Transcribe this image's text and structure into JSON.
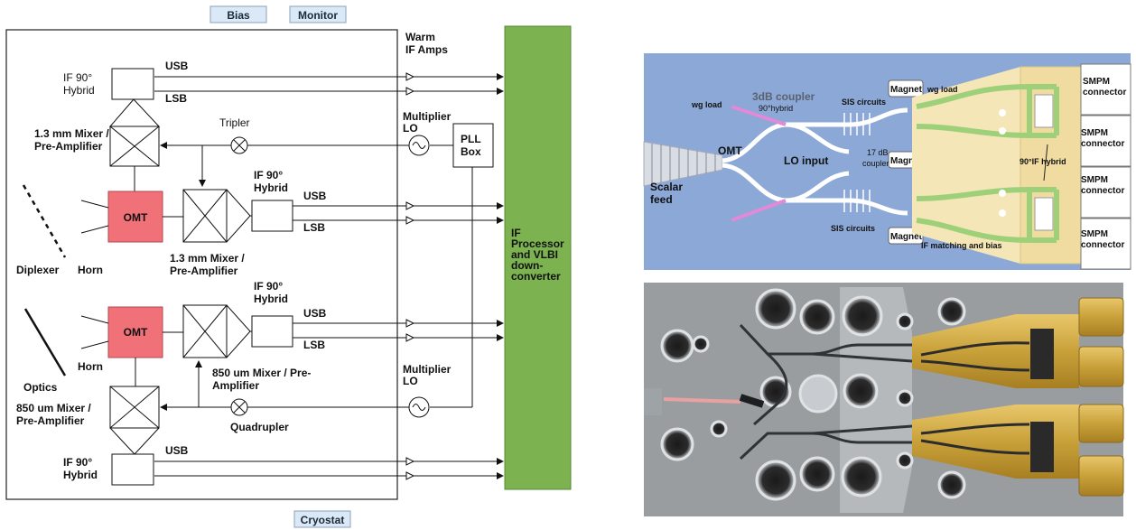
{
  "block_diagram": {
    "bias": "Bias",
    "monitor": "Monitor",
    "cryostat": "Cryostat",
    "warm_if_amps": [
      "Warm",
      "IF Amps"
    ],
    "if_processor": [
      "IF",
      "Processor",
      "and VLBI",
      "down-",
      "converter"
    ],
    "if_hybrid_top": [
      "IF 90°",
      "Hybrid"
    ],
    "if_hybrid_mid1": [
      "IF 90°",
      "Hybrid"
    ],
    "if_hybrid_mid2": [
      "IF 90°",
      "Hybrid"
    ],
    "if_hybrid_bottom": [
      "IF 90°",
      "Hybrid"
    ],
    "usb": "USB",
    "lsb": "LSB",
    "mixer_13_top": [
      "1.3 mm Mixer /",
      "Pre-Amplifier"
    ],
    "mixer_13_mid": [
      "1.3 mm Mixer /",
      "Pre-Amplifier"
    ],
    "mixer_850_mid": [
      "850 um Mixer / Pre-",
      "Amplifier"
    ],
    "mixer_850_bottom": [
      "850 um Mixer /",
      "Pre-Amplifier"
    ],
    "tripler": "Tripler",
    "quadrupler": "Quadrupler",
    "multiplier_lo": [
      "Multiplier",
      "LO"
    ],
    "pll_box": [
      "PLL",
      "Box"
    ],
    "omt": "OMT",
    "diplexer": "Diplexer",
    "horn": "Horn",
    "optics": "Optics"
  },
  "circuit_layout": {
    "wg_load_left": "wg load",
    "wg_load_right": "wg load",
    "coupler_3db": "3dB coupler",
    "hybrid_90": "90°hybrid",
    "omt": "OMT",
    "lo_input": "LO input",
    "scalar_feed": [
      "Scalar",
      "feed"
    ],
    "sis_circuits_top": "SIS circuits",
    "sis_circuits_bottom": "SIS circuits",
    "coupler_17db": [
      "17 dB",
      "coupler"
    ],
    "magnet": "Magnet",
    "if_matching": "IF matching and bias",
    "if_hybrid": "90°IF hybrid",
    "smpm": [
      "SMPM",
      "connector"
    ]
  },
  "colors": {
    "omt_fill": "#f07178",
    "if_processor_fill": "#7cb24f",
    "tag_fill": "#dbe9f6",
    "layout_bg": "#8ca8d6",
    "layout_pad": "#f5e6b8",
    "layout_trace": "#9ed07a",
    "photo_bg": "#8d8f92"
  }
}
